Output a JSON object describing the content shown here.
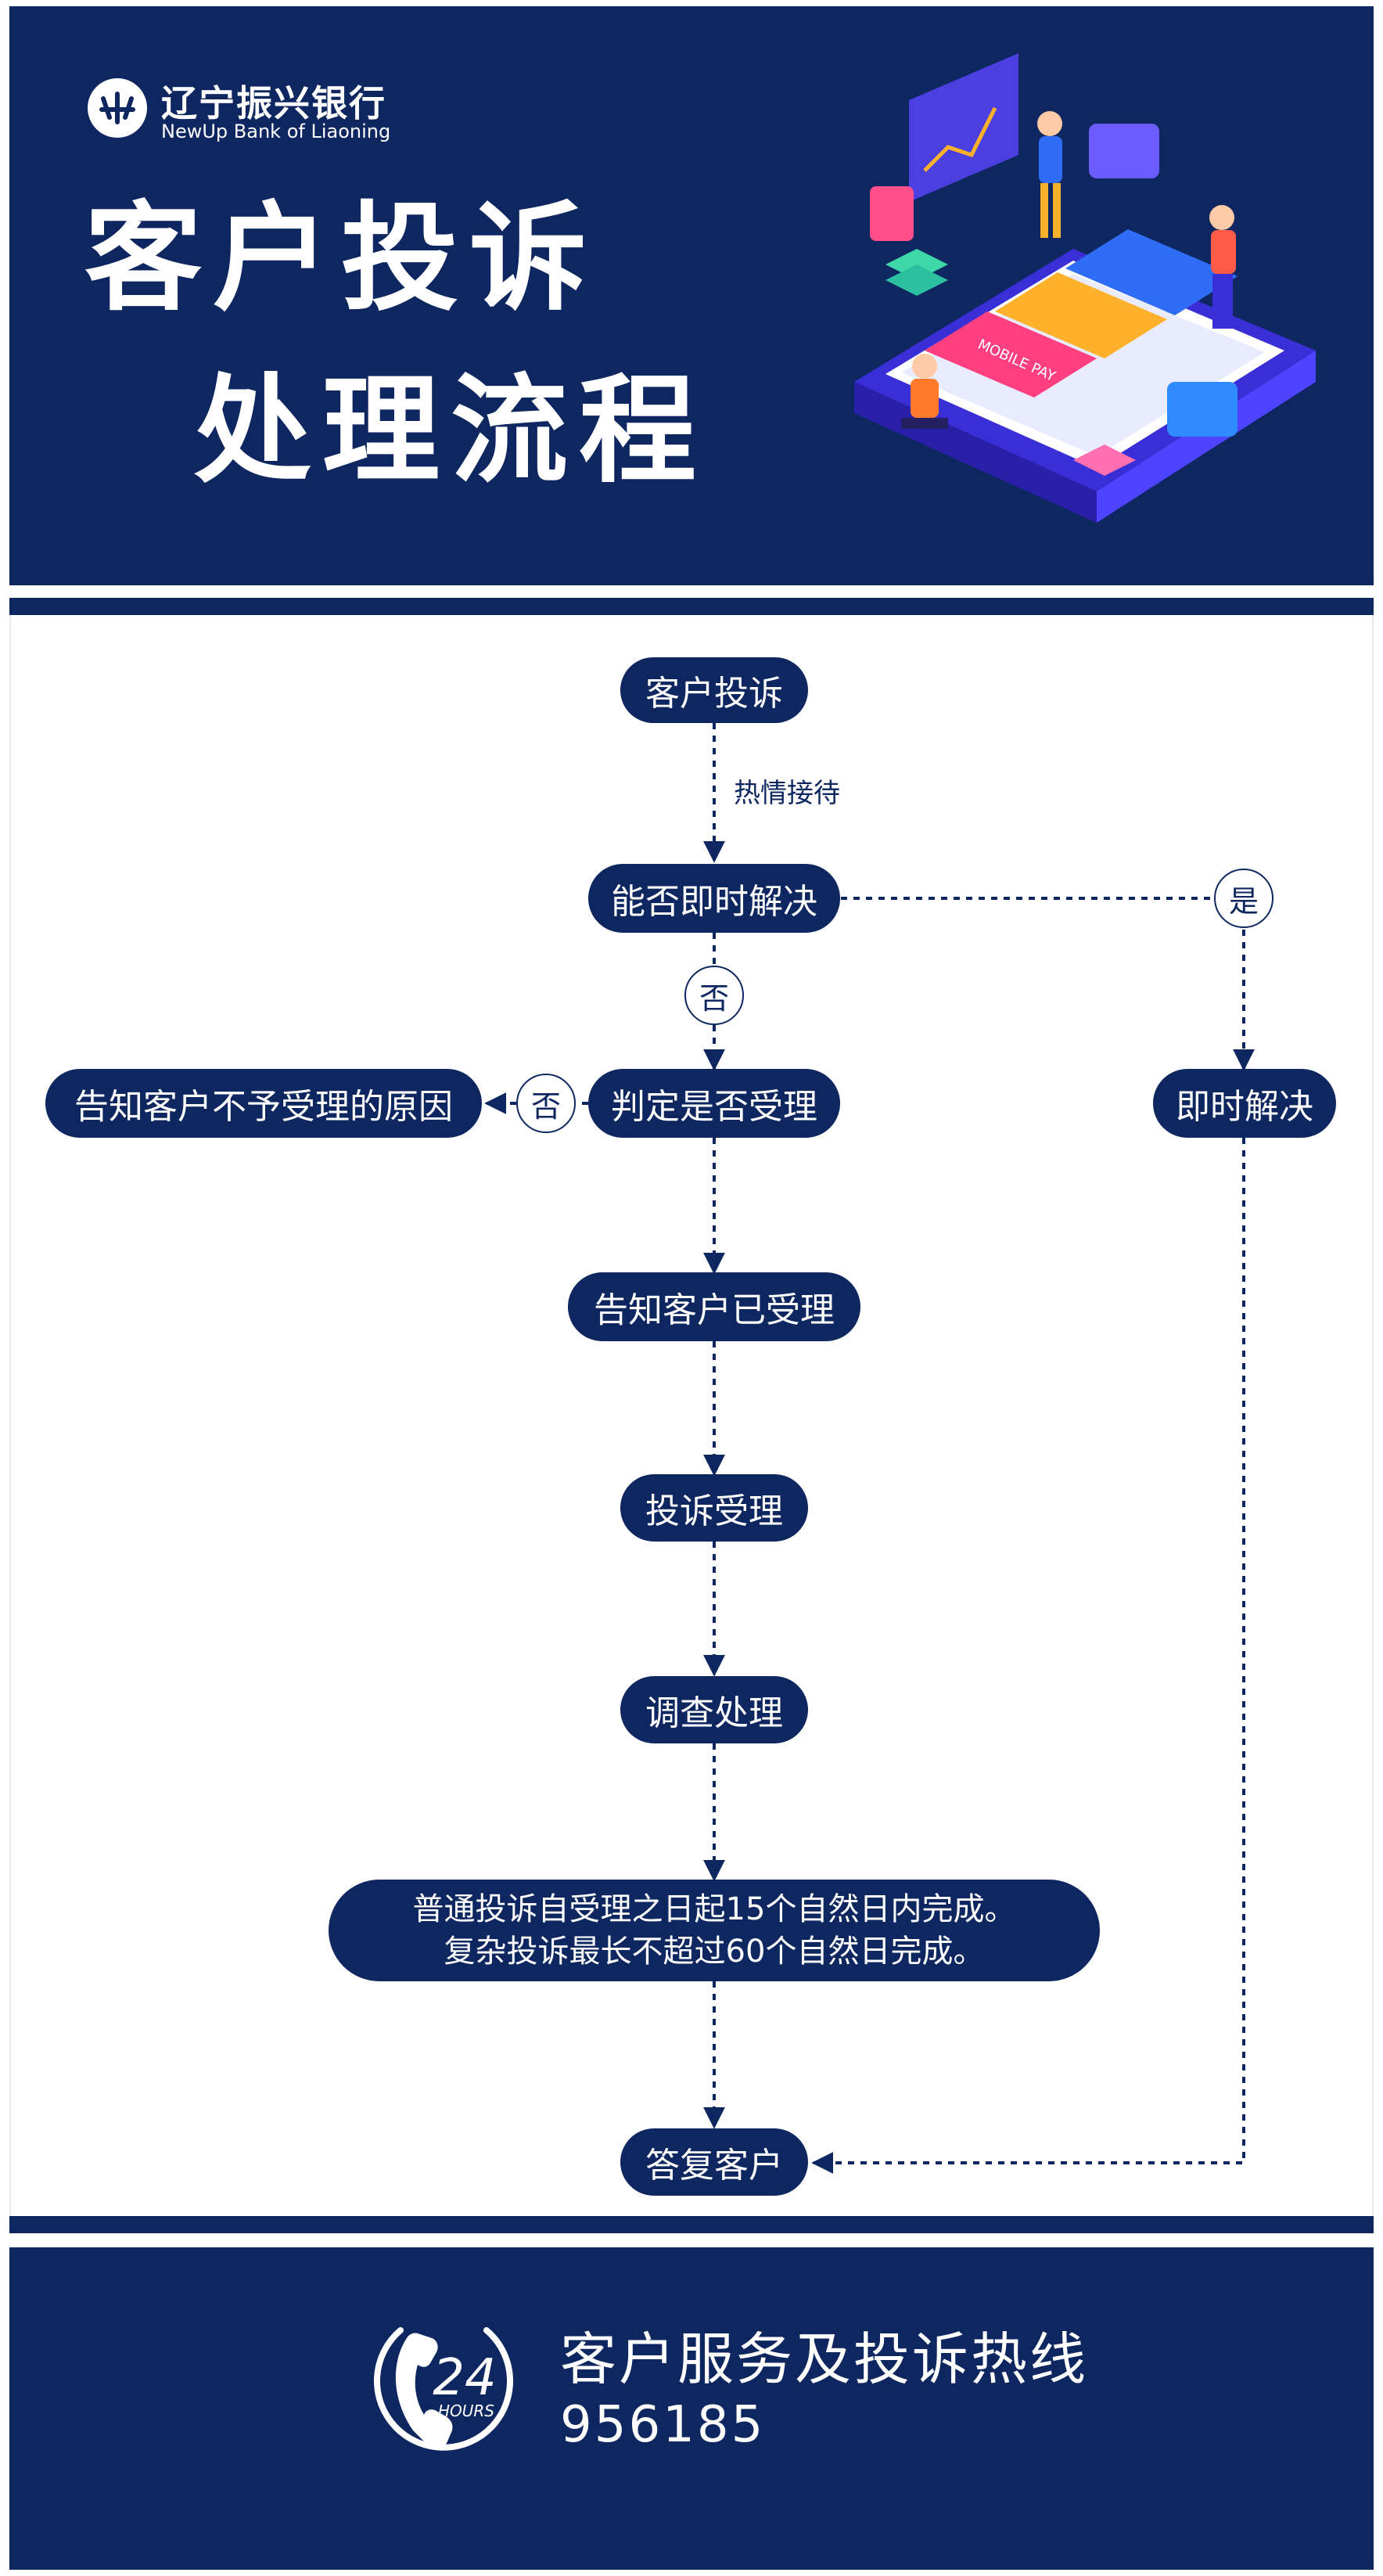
{
  "header": {
    "bank_name_cn": "辽宁振兴银行",
    "bank_name_en": "NewUp Bank of Liaoning",
    "title_line1": "客户投诉",
    "title_line2": "处理流程",
    "illustration_card_text": "MOBILE PAY"
  },
  "flow": {
    "nodes": {
      "complaint": "客户投诉",
      "can_resolve": "能否即时解决",
      "judge_accept": "判定是否受理",
      "notify_reject": "告知客户不予受理的原因",
      "resolve_now": "即时解决",
      "notify_accepted": "告知客户已受理",
      "accept": "投诉受理",
      "investigate": "调查处理",
      "time_line1": "普通投诉自受理之日起15个自然日内完成。",
      "time_line2": "复杂投诉最长不超过60个自然日完成。",
      "reply": "答复客户"
    },
    "labels": {
      "warm_reception": "热情接待",
      "yes": "是",
      "no_1": "否",
      "no_2": "否"
    }
  },
  "footer": {
    "hotline_title": "客户服务及投诉热线",
    "hotline_number": "956185",
    "icon_number": "24",
    "icon_text": "HOURS"
  },
  "colors": {
    "navy": "#0e2760",
    "white": "#ffffff"
  }
}
